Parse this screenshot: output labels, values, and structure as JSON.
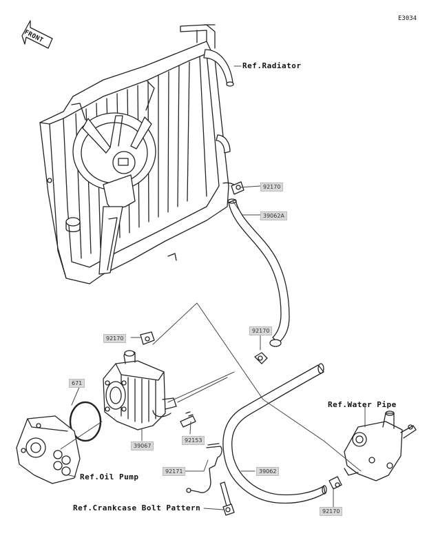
{
  "diagram": {
    "id": "E3034",
    "front_label": "FRONT",
    "refs": {
      "radiator": "Ref.Radiator",
      "water_pipe": "Ref.Water Pipe",
      "oil_pump": "Ref.Oil Pump",
      "crankcase": "Ref.Crankcase Bolt Pattern"
    },
    "part_codes": {
      "clamp_upper": "92170",
      "hose_upper": "39062A",
      "clamp_mid": "92170",
      "clamp_cooler": "92170",
      "oring": "671",
      "bolt_cooler": "92153",
      "oil_cooler": "39067",
      "bracket": "92171",
      "hose_lower": "39062",
      "clamp_lower": "92170"
    }
  }
}
